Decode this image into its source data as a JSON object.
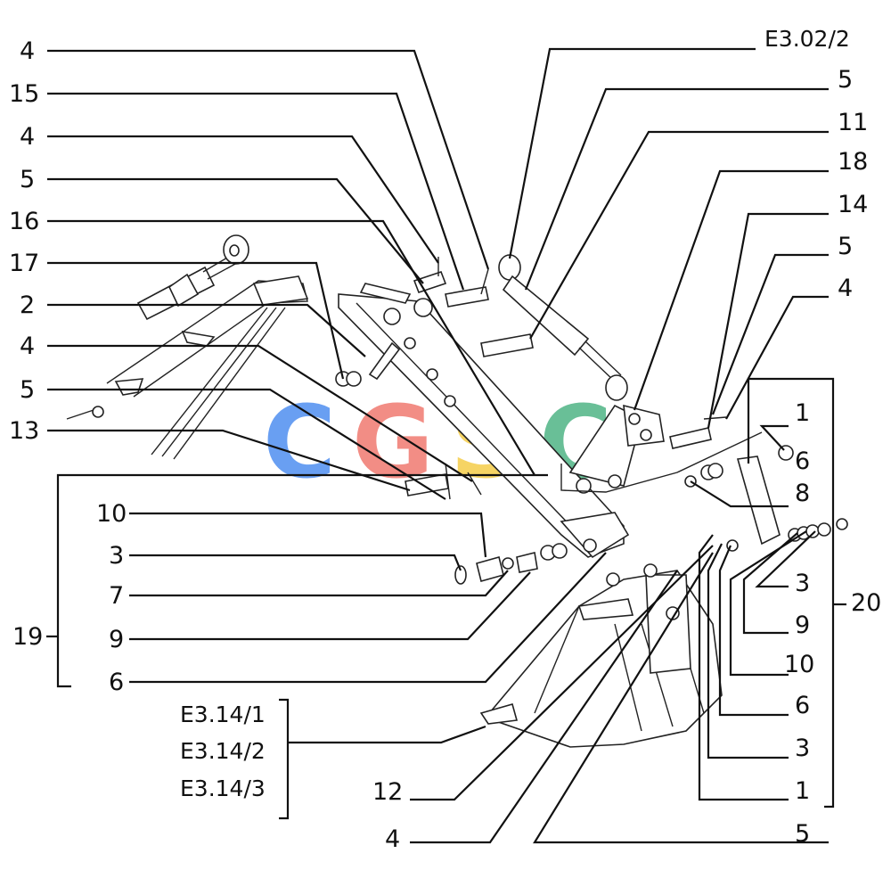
{
  "diagram": {
    "refs": {
      "top_right": "E3.02/2",
      "bucket_1": "E3.14/1",
      "bucket_2": "E3.14/2",
      "bucket_3": "E3.14/3"
    },
    "left_labels": [
      "4",
      "15",
      "4",
      "5",
      "16",
      "17",
      "2",
      "4",
      "5",
      "13",
      "10",
      "3",
      "7",
      "9",
      "6"
    ],
    "right_labels": [
      "5",
      "11",
      "18",
      "14",
      "5",
      "4",
      "1",
      "6",
      "8",
      "3",
      "9",
      "10",
      "6",
      "3",
      "1",
      "5"
    ],
    "group_labels": {
      "left": "19",
      "right": "20"
    },
    "bottom_labels": [
      "12",
      "4"
    ],
    "watermark": {
      "letters": [
        "C",
        "G",
        "S",
        "C"
      ],
      "colors": [
        "#4f8ff0",
        "#f07a70",
        "#f5cd4a",
        "#4fb485"
      ]
    }
  }
}
